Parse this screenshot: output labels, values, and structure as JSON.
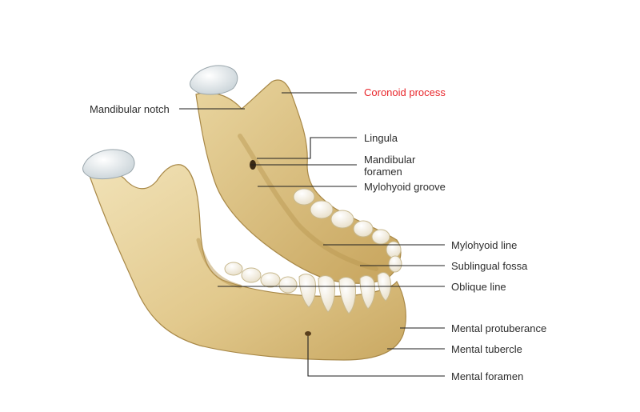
{
  "colors": {
    "bone_light": "#eedcae",
    "bone_mid": "#d9bf7f",
    "bone_dark": "#9e7f3e",
    "cartilage": "#e7eef1",
    "tooth": "#fbf7ec",
    "leader_line": "#1f1f1f",
    "highlight_label": "#e8262b",
    "label": "#2b2b2b"
  },
  "labels": {
    "coronoid_process": "Coronoid process",
    "mandibular_notch": "Mandibular notch",
    "lingula": "Lingula",
    "mandibular_foramen": "Mandibular foramen",
    "mylohyoid_groove": "Mylohyoid groove",
    "mylohyoid_line": "Mylohyoid line",
    "sublingual_fossa": "Sublingual fossa",
    "oblique_line": "Oblique line",
    "mental_protuberance": "Mental protuberance",
    "mental_tubercle": "Mental tubercle",
    "mental_foramen": "Mental foramen"
  },
  "highlighted": "coronoid_process"
}
